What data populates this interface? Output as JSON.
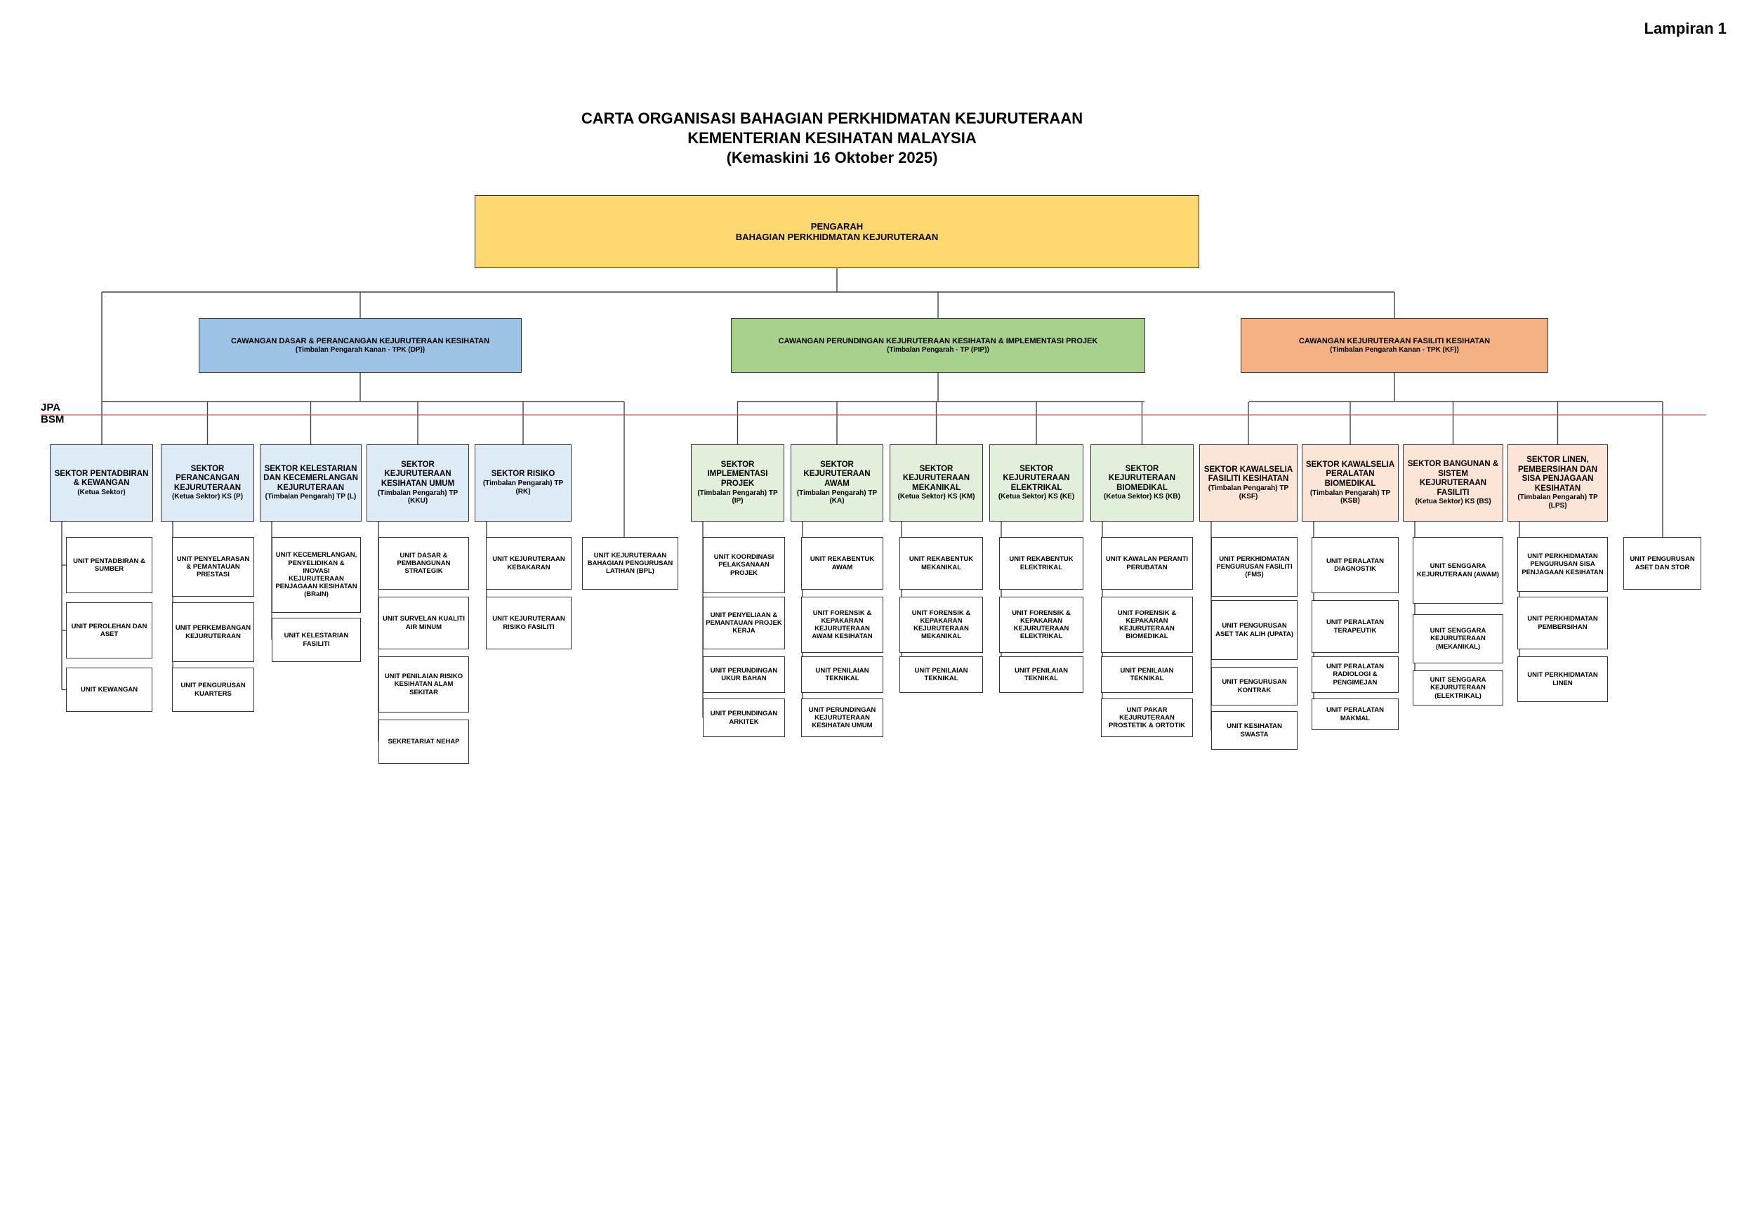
{
  "lampiran": "Lampiran 1",
  "title": {
    "line1": "CARTA ORGANISASI BAHAGIAN PERKHIDMATAN KEJURUTERAAN",
    "line2": "KEMENTERIAN KESIHATAN MALAYSIA",
    "line3": "(Kemaskini 16 Oktober 2025)"
  },
  "director": {
    "line1": "PENGARAH",
    "line2": "BAHAGIAN PERKHIDMATAN KEJURUTERAAN"
  },
  "boundary": {
    "upper": "JPA",
    "lower": "BSM",
    "line_color": "#d9544f"
  },
  "colors": {
    "director": "#fdd86e",
    "branch_blue": "#9cc3e6",
    "branch_green": "#a9d18e",
    "branch_orange": "#f4b183",
    "sector_blue": "#ddebf7",
    "sector_green": "#e2efda",
    "sector_orange": "#fce4d6"
  },
  "branches": [
    {
      "title": "CAWANGAN DASAR & PERANCANGAN KEJURUTERAAN KESIHATAN",
      "sub": "(Timbalan Pengarah Kanan - TPK (DP))"
    },
    {
      "title": "CAWANGAN PERUNDINGAN KEJURUTERAAN KESIHATAN & IMPLEMENTASI PROJEK",
      "sub": "(Timbalan Pengarah - TP (PIP))"
    },
    {
      "title": "CAWANGAN KEJURUTERAAN FASILITI KESIHATAN",
      "sub": "(Timbalan Pengarah Kanan - TPK (KF))"
    }
  ],
  "sectors": [
    {
      "title": "SEKTOR PENTADBIRAN & KEWANGAN",
      "sub": "(Ketua Sektor)",
      "units": [
        "UNIT PENTADBIRAN & SUMBER",
        "UNIT PEROLEHAN DAN ASET",
        "UNIT KEWANGAN"
      ]
    },
    {
      "title": "SEKTOR PERANCANGAN KEJURUTERAAN",
      "sub": "(Ketua Sektor) KS (P)",
      "units": [
        "UNIT PENYELARASAN & PEMANTAUAN PRESTASI",
        "UNIT PERKEMBANGAN KEJURUTERAAN",
        "UNIT PENGURUSAN KUARTERS"
      ]
    },
    {
      "title": "SEKTOR KELESTARIAN DAN KECEMERLANGAN KEJURUTERAAN",
      "sub": "(Timbalan Pengarah) TP (L)",
      "units": [
        "UNIT KECEMERLANGAN, PENYELIDIKAN & INOVASI KEJURUTERAAN PENJAGAAN KESIHATAN (BRaIN)",
        "UNIT KELESTARIAN FASILITI"
      ]
    },
    {
      "title": "SEKTOR KEJURUTERAAN KESIHATAN UMUM",
      "sub": "(Timbalan Pengarah) TP (KKU)",
      "units": [
        "UNIT DASAR & PEMBANGUNAN STRATEGIK",
        "UNIT SURVELAN KUALITI AIR MINUM",
        "UNIT PENILAIAN RISIKO KESIHATAN ALAM SEKITAR",
        "SEKRETARIAT NEHAP"
      ]
    },
    {
      "title": "SEKTOR RISIKO",
      "sub": "(Timbalan Pengarah) TP (RK)",
      "units": [
        "UNIT KEJURUTERAAN KEBAKARAN",
        "UNIT KEJURUTERAAN RISIKO FASILITI"
      ]
    },
    {
      "title": "SEKTOR IMPLEMENTASI PROJEK",
      "sub": "(Timbalan Pengarah) TP (IP)",
      "units": [
        "UNIT KOORDINASI PELAKSANAAN PROJEK",
        "UNIT PENYELIAAN & PEMANTAUAN PROJEK KERJA",
        "UNIT PERUNDINGAN UKUR BAHAN",
        "UNIT PERUNDINGAN ARKITEK"
      ]
    },
    {
      "title": "SEKTOR KEJURUTERAAN AWAM",
      "sub": "(Timbalan Pengarah) TP (KA)",
      "units": [
        "UNIT REKABENTUK AWAM",
        "UNIT FORENSIK & KEPAKARAN KEJURUTERAAN AWAM KESIHATAN",
        "UNIT PENILAIAN TEKNIKAL",
        "UNIT PERUNDINGAN KEJURUTERAAN KESIHATAN UMUM"
      ]
    },
    {
      "title": "SEKTOR KEJURUTERAAN MEKANIKAL",
      "sub": "(Ketua Sektor) KS (KM)",
      "units": [
        "UNIT REKABENTUK MEKANIKAL",
        "UNIT FORENSIK & KEPAKARAN KEJURUTERAAN MEKANIKAL",
        "UNIT PENILAIAN TEKNIKAL"
      ]
    },
    {
      "title": "SEKTOR KEJURUTERAAN ELEKTRIKAL",
      "sub": "(Ketua Sektor) KS (KE)",
      "units": [
        "UNIT REKABENTUK ELEKTRIKAL",
        "UNIT FORENSIK & KEPAKARAN KEJURUTERAAN ELEKTRIKAL",
        "UNIT PENILAIAN TEKNIKAL"
      ]
    },
    {
      "title": "SEKTOR KEJURUTERAAN BIOMEDIKAL",
      "sub": "(Ketua Sektor) KS (KB)",
      "units": [
        "UNIT KAWALAN PERANTI PERUBATAN",
        "UNIT FORENSIK & KEPAKARAN KEJURUTERAAN BIOMEDIKAL",
        "UNIT PENILAIAN TEKNIKAL",
        "UNIT PAKAR KEJURUTERAAN PROSTETIK & ORTOTIK"
      ]
    },
    {
      "title": "SEKTOR KAWALSELIA FASILITI KESIHATAN",
      "sub": "(Timbalan Pengarah) TP (KSF)",
      "units": [
        "UNIT PERKHIDMATAN PENGURUSAN FASILITI (FMS)",
        "UNIT PENGURUSAN ASET TAK ALIH (UPATA)",
        "UNIT PENGURUSAN KONTRAK",
        "UNIT KESIHATAN SWASTA"
      ]
    },
    {
      "title": "SEKTOR KAWALSELIA PERALATAN BIOMEDIKAL",
      "sub": "(Timbalan Pengarah) TP (KSB)",
      "units": [
        "UNIT PERALATAN DIAGNOSTIK",
        "UNIT PERALATAN TERAPEUTIK",
        "UNIT PERALATAN RADIOLOGI & PENGIMEJAN",
        "UNIT PERALATAN MAKMAL"
      ]
    },
    {
      "title": "SEKTOR BANGUNAN & SISTEM KEJURUTERAAN FASILITI",
      "sub": "(Ketua Sektor) KS (BS)",
      "units": [
        "UNIT SENGGARA KEJURUTERAAN (AWAM)",
        "UNIT SENGGARA KEJURUTERAAN (MEKANIKAL)",
        "UNIT SENGGARA KEJURUTERAAN (ELEKTRIKAL)"
      ]
    },
    {
      "title": "SEKTOR LINEN, PEMBERSIHAN DAN SISA PENJAGAAN KESIHATAN",
      "sub": "(Timbalan Pengarah) TP (LPS)",
      "units": [
        "UNIT PERKHIDMATAN PENGURUSAN SISA PENJAGAAN KESIHATAN",
        "UNIT PERKHIDMATAN PEMBERSIHAN",
        "UNIT PERKHIDMATAN LINEN"
      ]
    }
  ],
  "direct_units": {
    "bpl": "UNIT KEJURUTERAAN BAHAGIAN PENGURUSAN LATIHAN (BPL)",
    "stor": "UNIT PENGURUSAN ASET DAN STOR"
  }
}
